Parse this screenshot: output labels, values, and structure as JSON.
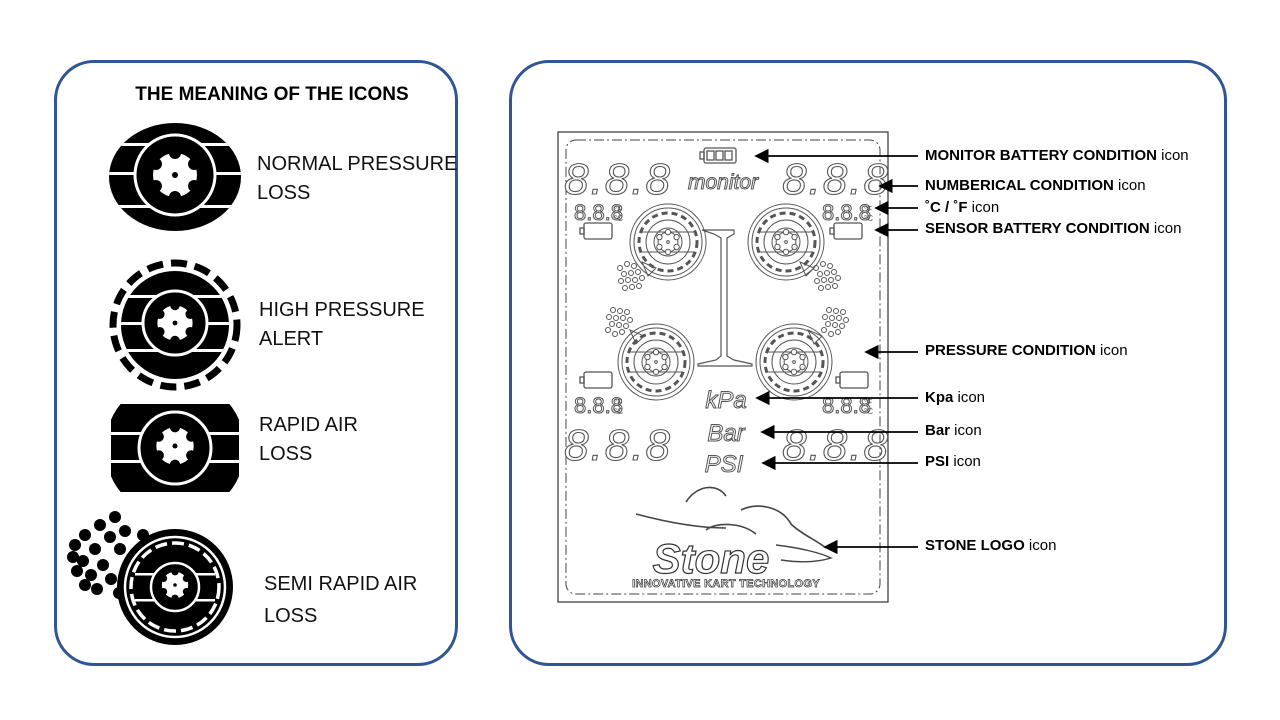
{
  "legend": {
    "title": "THE MEANING OF THE ICONS",
    "items": [
      {
        "icon": "tire-normal-icon",
        "line1": "NORMAL PRESSURE",
        "line2": "LOSS"
      },
      {
        "icon": "tire-high-pressure-icon",
        "line1": "HIGH PRESSURE",
        "line2": "ALERT"
      },
      {
        "icon": "tire-rapid-loss-icon",
        "line1": "RAPID AIR",
        "line2": "LOSS"
      },
      {
        "icon": "tire-semi-rapid-loss-icon",
        "line1": "SEMI RAPID AIR",
        "line2": "LOSS"
      }
    ]
  },
  "display": {
    "digits": "8.8.8",
    "small_digits": "8.8.8",
    "temp_units": {
      "f": "°F",
      "c": "°C"
    },
    "monitor_label": "monitor",
    "units": {
      "kpa": "kPa",
      "bar": "Bar",
      "psi": "PSI"
    },
    "logo_text": "Stone",
    "logo_tagline": "INNOVATIVE KART TECHNOLOGY"
  },
  "callouts": [
    {
      "bold": "MONITOR BATTERY CONDITION",
      "suffix": " icon"
    },
    {
      "bold": "NUMBERICAL CONDITION",
      "suffix": " icon"
    },
    {
      "bold": "˚C / ˚F",
      "suffix": " icon"
    },
    {
      "bold": "SENSOR BATTERY CONDITION",
      "suffix": " icon"
    },
    {
      "bold": "PRESSURE CONDITION",
      "suffix": " icon"
    },
    {
      "bold": "Kpa",
      "suffix": " icon"
    },
    {
      "bold": "Bar",
      "suffix": " icon"
    },
    {
      "bold": "PSI",
      "suffix": " icon"
    },
    {
      "bold": "STONE LOGO",
      "suffix": " icon"
    }
  ],
  "colors": {
    "panel_border": "#2f5597",
    "ink": "#000000",
    "lcd_line": "#555555"
  }
}
